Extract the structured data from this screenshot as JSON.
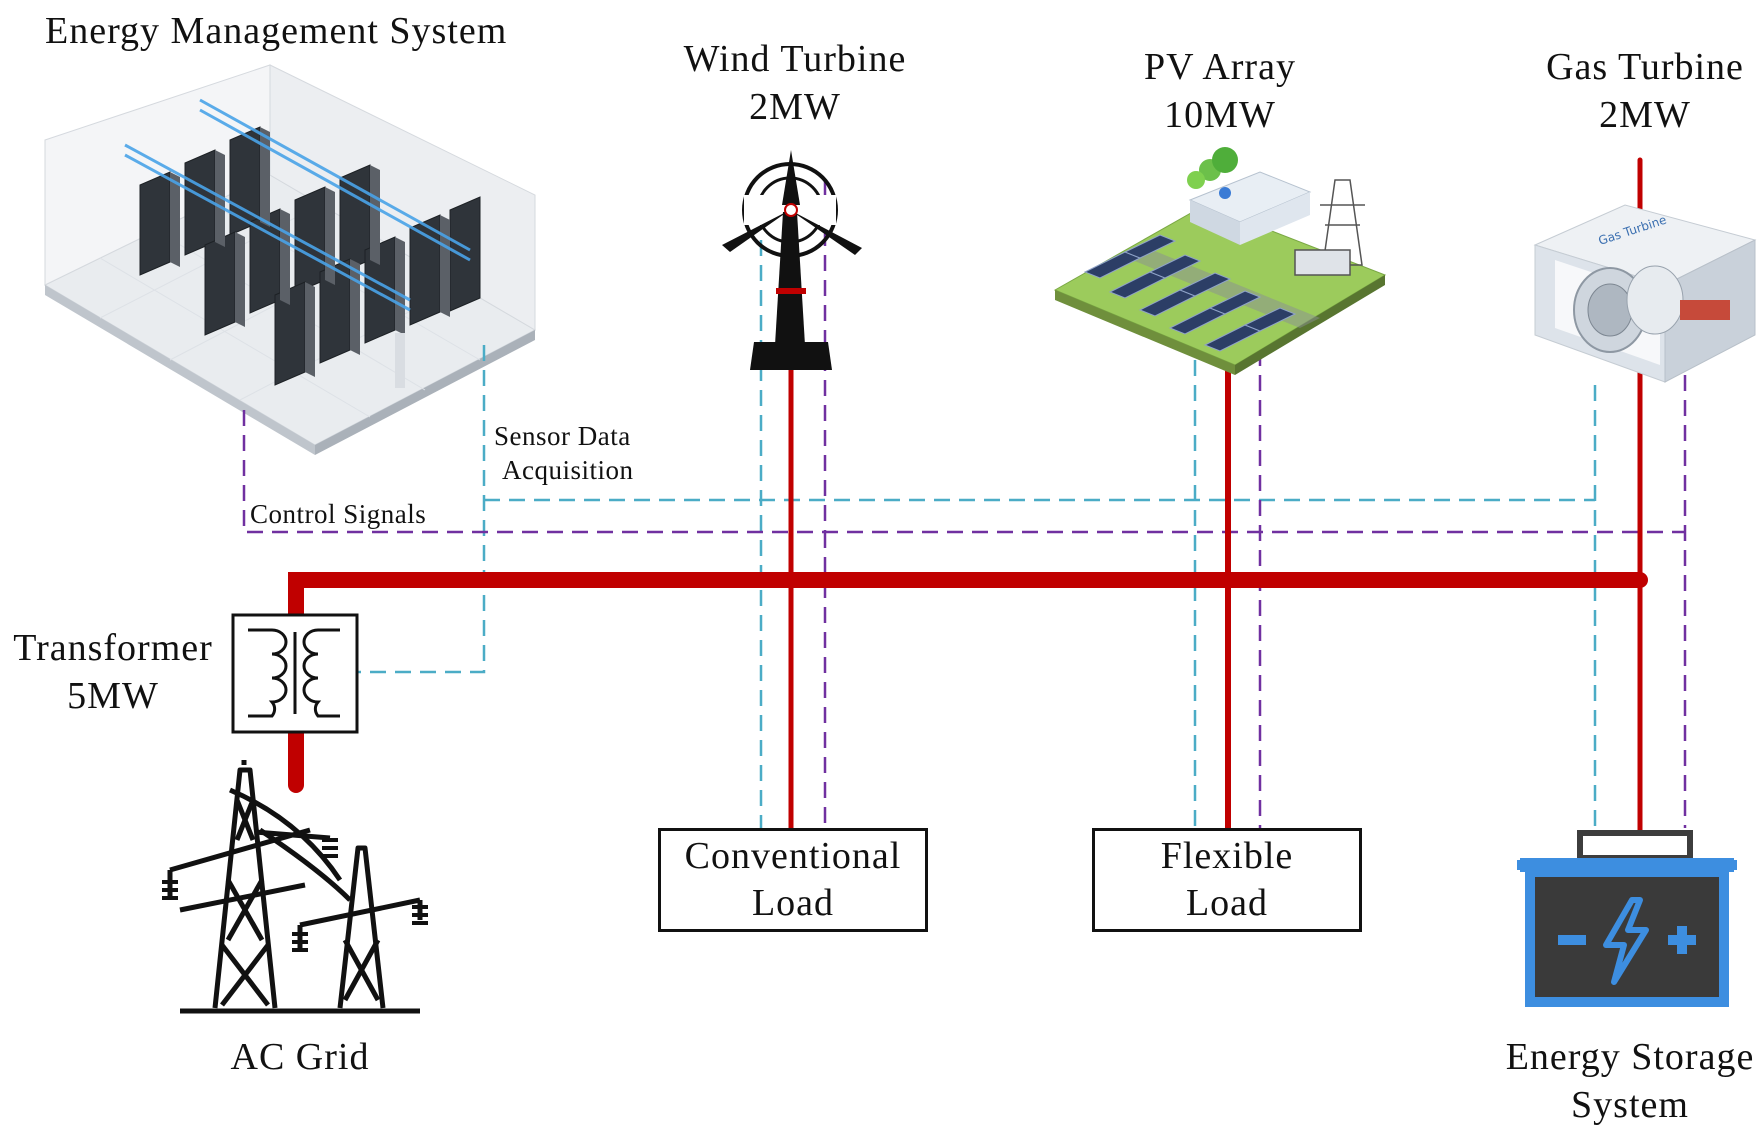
{
  "labels": {
    "ems": "Energy Management System",
    "wind_title": "Wind Turbine",
    "wind_rating": "2MW",
    "pv_title": "PV Array",
    "pv_rating": "10MW",
    "gas_title": "Gas Turbine",
    "gas_rating": "2MW",
    "sensor_line1": "Sensor Data",
    "sensor_line2": "Acquisition",
    "control": "Control Signals",
    "transformer_title": "Transformer",
    "transformer_rating": "5MW",
    "conv_line1": "Conventional",
    "conv_line2": "Load",
    "flex_line1": "Flexible",
    "flex_line2": "Load",
    "ac_grid": "AC Grid",
    "ess_line1": "Energy Storage",
    "ess_line2": "System",
    "gas_sign": "Gas Turbine"
  },
  "colors": {
    "power_line": "#c00000",
    "sensor_line": "#4bacc6",
    "control_line": "#7030a0",
    "battery_frame": "#3d8ee0",
    "battery_body": "#3a3a3a"
  }
}
